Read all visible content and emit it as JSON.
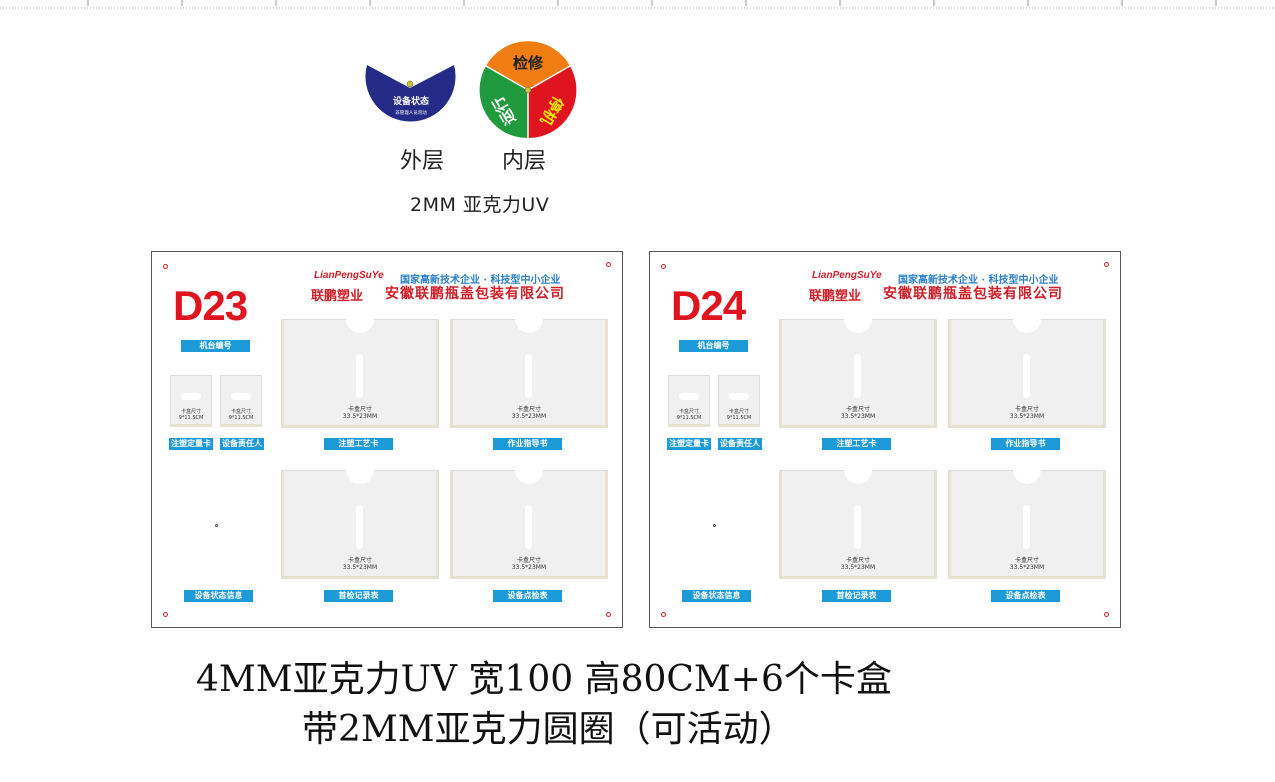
{
  "header": {
    "outer_label": "外层",
    "inner_label": "内层",
    "material_note": "2MM 亚克力UV"
  },
  "outer_dial": {
    "title": "设备状态",
    "subtitle": "非管理人员勿动",
    "color": "#232b86"
  },
  "inner_dial": {
    "segments": [
      {
        "label": "检修",
        "color": "#ef7d12"
      },
      {
        "label": "停机",
        "color": "#e0141e"
      },
      {
        "label": "运行",
        "color": "#1f9a3c"
      }
    ]
  },
  "boards": [
    {
      "code": "D23",
      "brand_en": "LianPengSuYe",
      "brand_cn": "联鹏塑业",
      "slogan": "国家高新技术企业 · 科技型中小企业",
      "company": "安徽联鹏瓶盖包装有限公司",
      "machine_tag": "机台编号",
      "small_cards": [
        {
          "size_label": "卡盒尺寸",
          "size": "9*11.5CM",
          "tag": "注塑定量卡"
        },
        {
          "size_label": "卡盒尺寸",
          "size": "9*11.5CM",
          "tag": "设备责任人"
        }
      ],
      "status_tag": "设备状态信息",
      "pockets": [
        {
          "size_label": "卡盒尺寸",
          "size": "33.5*23MM",
          "tag": "注塑工艺卡"
        },
        {
          "size_label": "卡盒尺寸",
          "size": "33.5*23MM",
          "tag": "作业指导书"
        },
        {
          "size_label": "卡盒尺寸",
          "size": "33.5*23MM",
          "tag": "首检记录表"
        },
        {
          "size_label": "卡盒尺寸",
          "size": "33.5*23MM",
          "tag": "设备点检表"
        }
      ]
    },
    {
      "code": "D24",
      "brand_en": "LianPengSuYe",
      "brand_cn": "联鹏塑业",
      "slogan": "国家高新技术企业 · 科技型中小企业",
      "company": "安徽联鹏瓶盖包装有限公司",
      "machine_tag": "机台编号",
      "small_cards": [
        {
          "size_label": "卡盒尺寸",
          "size": "9*11.5CM",
          "tag": "注塑定量卡"
        },
        {
          "size_label": "卡盒尺寸",
          "size": "9*11.5CM",
          "tag": "设备责任人"
        }
      ],
      "status_tag": "设备状态信息",
      "pockets": [
        {
          "size_label": "卡盒尺寸",
          "size": "33.5*23MM",
          "tag": "注塑工艺卡"
        },
        {
          "size_label": "卡盒尺寸",
          "size": "33.5*23MM",
          "tag": "作业指导书"
        },
        {
          "size_label": "卡盒尺寸",
          "size": "33.5*23MM",
          "tag": "首检记录表"
        },
        {
          "size_label": "卡盒尺寸",
          "size": "33.5*23MM",
          "tag": "设备点检表"
        }
      ]
    }
  ],
  "footer": {
    "line1": "4MM亚克力UV 宽100 高80CM+6个卡盒",
    "line2": "带2MM亚克力圆圈（可活动）"
  }
}
